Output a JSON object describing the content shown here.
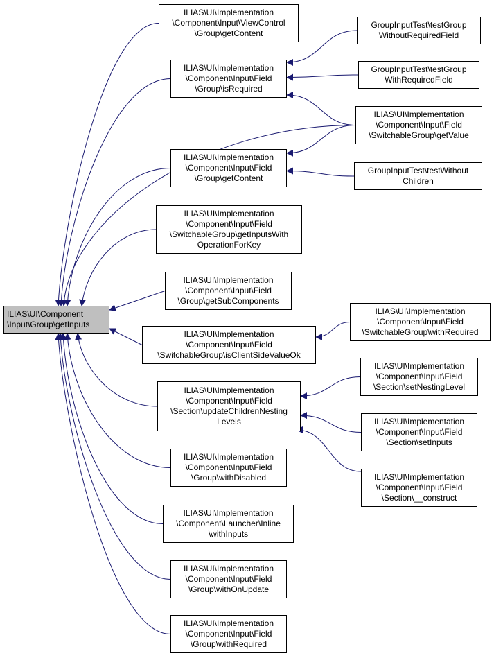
{
  "diagram": {
    "root_id": "root",
    "edge_color": "#191970",
    "nodes": [
      {
        "id": "root",
        "lines": [
          "ILIAS\\UI\\Component",
          "\\Input\\Group\\getInputs"
        ]
      },
      {
        "id": "vc_getContent",
        "lines": [
          "ILIAS\\UI\\Implementation",
          "\\Component\\Input\\ViewControl",
          "\\Group\\getContent"
        ]
      },
      {
        "id": "grp_isRequired",
        "lines": [
          "ILIAS\\UI\\Implementation",
          "\\Component\\Input\\Field",
          "\\Group\\isRequired"
        ]
      },
      {
        "id": "grp_getContent",
        "lines": [
          "ILIAS\\UI\\Implementation",
          "\\Component\\Input\\Field",
          "\\Group\\getContent"
        ]
      },
      {
        "id": "sw_getInputsWithOp",
        "lines": [
          "ILIAS\\UI\\Implementation",
          "\\Component\\Input\\Field",
          "\\SwitchableGroup\\getInputsWith",
          "OperationForKey"
        ]
      },
      {
        "id": "grp_getSubComponents",
        "lines": [
          "ILIAS\\UI\\Implementation",
          "\\Component\\Input\\Field",
          "\\Group\\getSubComponents"
        ]
      },
      {
        "id": "sw_isClientSide",
        "lines": [
          "ILIAS\\UI\\Implementation",
          "\\Component\\Input\\Field",
          "\\SwitchableGroup\\isClientSideValueOk"
        ]
      },
      {
        "id": "sec_updateNesting",
        "lines": [
          "ILIAS\\UI\\Implementation",
          "\\Component\\Input\\Field",
          "\\Section\\updateChildrenNesting",
          "Levels"
        ]
      },
      {
        "id": "grp_withDisabled",
        "lines": [
          "ILIAS\\UI\\Implementation",
          "\\Component\\Input\\Field",
          "\\Group\\withDisabled"
        ]
      },
      {
        "id": "launcher_withInputs",
        "lines": [
          "ILIAS\\UI\\Implementation",
          "\\Component\\Launcher\\Inline",
          "\\withInputs"
        ]
      },
      {
        "id": "grp_withOnUpdate",
        "lines": [
          "ILIAS\\UI\\Implementation",
          "\\Component\\Input\\Field",
          "\\Group\\withOnUpdate"
        ]
      },
      {
        "id": "grp_withRequired",
        "lines": [
          "ILIAS\\UI\\Implementation",
          "\\Component\\Input\\Field",
          "\\Group\\withRequired"
        ]
      },
      {
        "id": "test_withoutRequired",
        "lines": [
          "GroupInputTest\\testGroup",
          "WithoutRequiredField"
        ]
      },
      {
        "id": "test_withRequired",
        "lines": [
          "GroupInputTest\\testGroup",
          "WithRequiredField"
        ]
      },
      {
        "id": "sw_getValue",
        "lines": [
          "ILIAS\\UI\\Implementation",
          "\\Component\\Input\\Field",
          "\\SwitchableGroup\\getValue"
        ]
      },
      {
        "id": "test_withoutChildren",
        "lines": [
          "GroupInputTest\\testWithout",
          "Children"
        ]
      },
      {
        "id": "sw_withRequired",
        "lines": [
          "ILIAS\\UI\\Implementation",
          "\\Component\\Input\\Field",
          "\\SwitchableGroup\\withRequired"
        ]
      },
      {
        "id": "sec_setNestingLevel",
        "lines": [
          "ILIAS\\UI\\Implementation",
          "\\Component\\Input\\Field",
          "\\Section\\setNestingLevel"
        ]
      },
      {
        "id": "sec_setInputs",
        "lines": [
          "ILIAS\\UI\\Implementation",
          "\\Component\\Input\\Field",
          "\\Section\\setInputs"
        ]
      },
      {
        "id": "sec_construct",
        "lines": [
          "ILIAS\\UI\\Implementation",
          "\\Component\\Input\\Field",
          "\\Section\\__construct"
        ]
      }
    ],
    "edges": [
      {
        "from": "vc_getContent",
        "to": "root"
      },
      {
        "from": "grp_isRequired",
        "to": "root"
      },
      {
        "from": "sw_getValue",
        "to": "root"
      },
      {
        "from": "grp_getContent",
        "to": "root"
      },
      {
        "from": "sw_getInputsWithOp",
        "to": "root"
      },
      {
        "from": "grp_getSubComponents",
        "to": "root"
      },
      {
        "from": "sw_isClientSide",
        "to": "root"
      },
      {
        "from": "sec_updateNesting",
        "to": "root"
      },
      {
        "from": "grp_withDisabled",
        "to": "root"
      },
      {
        "from": "launcher_withInputs",
        "to": "root"
      },
      {
        "from": "grp_withOnUpdate",
        "to": "root"
      },
      {
        "from": "grp_withRequired",
        "to": "root"
      },
      {
        "from": "test_withoutRequired",
        "to": "grp_isRequired"
      },
      {
        "from": "test_withRequired",
        "to": "grp_isRequired"
      },
      {
        "from": "sw_getValue",
        "to": "grp_isRequired"
      },
      {
        "from": "sw_getValue",
        "to": "grp_getContent"
      },
      {
        "from": "test_withoutChildren",
        "to": "grp_getContent"
      },
      {
        "from": "sw_withRequired",
        "to": "sw_isClientSide"
      },
      {
        "from": "sec_setNestingLevel",
        "to": "sec_updateNesting"
      },
      {
        "from": "sec_setInputs",
        "to": "sec_updateNesting"
      },
      {
        "from": "sec_construct",
        "to": "sec_updateNesting"
      }
    ]
  }
}
